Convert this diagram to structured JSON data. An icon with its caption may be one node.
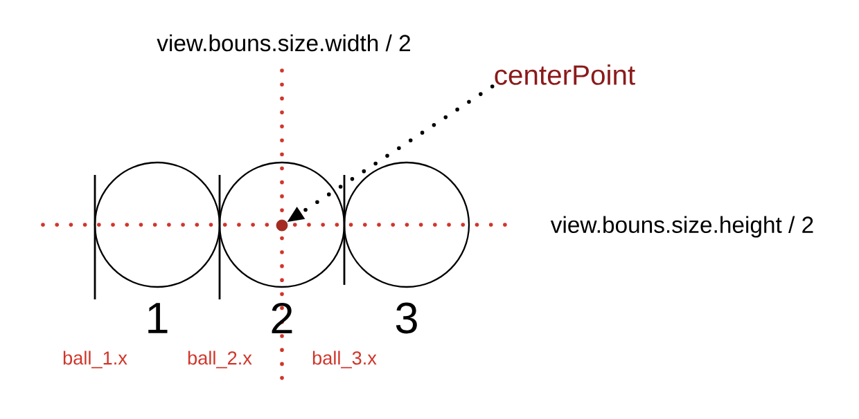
{
  "diagram": {
    "nodes": [
      {
        "text": [
          "centerPoint"
        ]
      },
      {
        "text": [],
        "shape": "circle",
        "beside": [
          "1"
        ]
      },
      {
        "text": [],
        "shape": "circle",
        "beside": [
          "2"
        ]
      },
      {
        "text": [],
        "shape": "circle",
        "beside": [
          "3"
        ]
      },
      {
        "text": [],
        "shape": "circle",
        "in": 2
      }
    ],
    "edges": [
      {
        "from": 0,
        "to": 4,
        "arrow": "to",
        "style": "dashed"
      }
    ],
    "labels": [
      "view.bouns.size.width / 2",
      "view.bouns.size.height / 2",
      "ball_1.x",
      "ball_2.x",
      "ball_3.x"
    ]
  }
}
